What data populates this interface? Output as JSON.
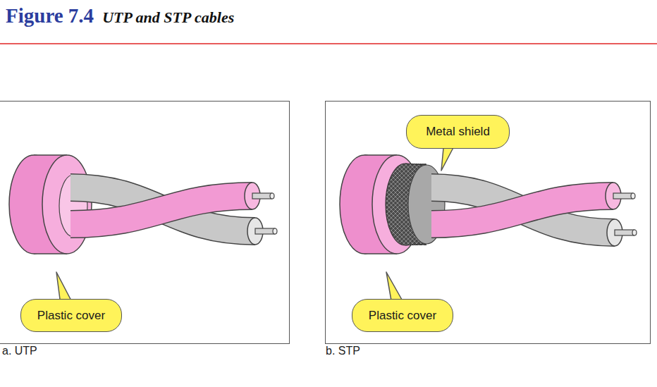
{
  "diagram": {
    "title": "Figure 7.4",
    "caption": "UTP and STP cables",
    "nodes": [
      {
        "text": [
          "a. UTP"
        ]
      },
      {
        "text": [
          "Plastic cover"
        ],
        "in": 0
      },
      {
        "text": [
          "b. STP"
        ]
      },
      {
        "text": [
          "Metal shield"
        ],
        "in": 2
      },
      {
        "text": [
          "Plastic cover"
        ],
        "in": 2
      }
    ]
  }
}
